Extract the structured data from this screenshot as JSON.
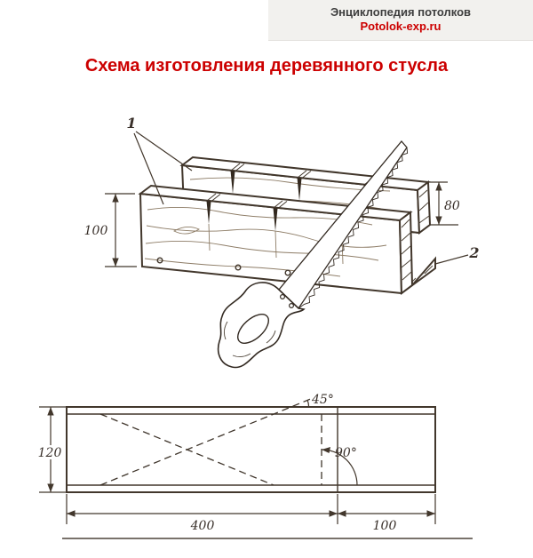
{
  "header": {
    "site_name": "Энциклопедия потолков",
    "site_url": "Potolok-exp.ru"
  },
  "title": "Схема изготовления деревянного стусла",
  "diagram": {
    "perspective": {
      "label_walls": "1",
      "label_base": "2",
      "dim_front_height": "100",
      "dim_back_height": "80"
    },
    "plan": {
      "dim_width": "120",
      "dim_length": "400",
      "dim_end": "100",
      "angle_miter": "45°",
      "angle_square": "90°"
    },
    "colors": {
      "ink": "#42372c",
      "accent_red": "#cc0000",
      "header_bg": "#f2f1ee"
    }
  }
}
